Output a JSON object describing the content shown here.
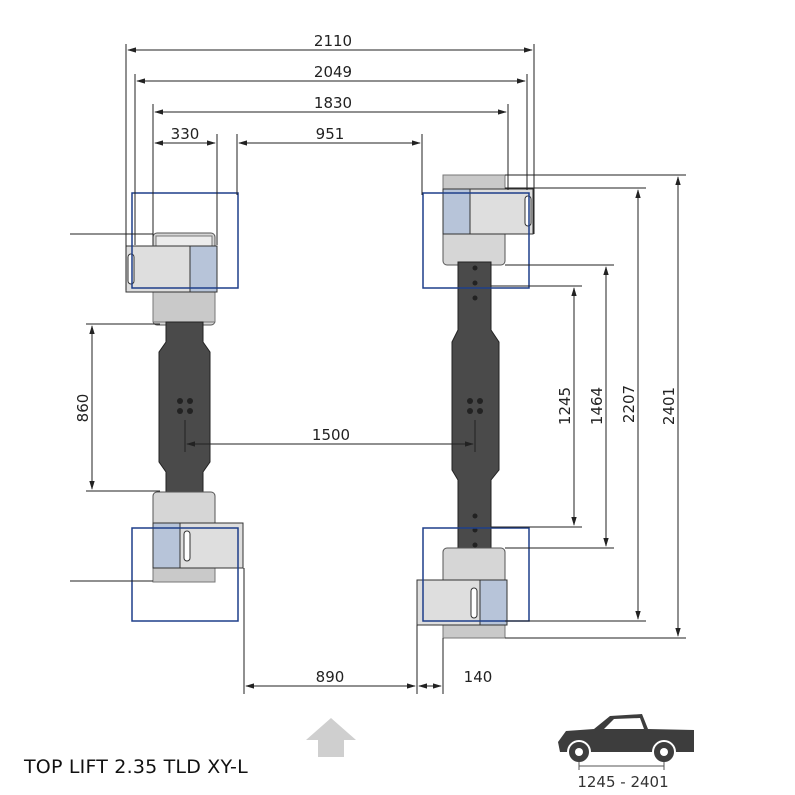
{
  "title": "TOP LIFT 2.35 TLD XY-L",
  "vehicle_range": "1245 - 2401",
  "dimensions": {
    "d2110": "2110",
    "d2049": "2049",
    "d1830": "1830",
    "d330": "330",
    "d951": "951",
    "d860": "860",
    "d1500": "1500",
    "d1245": "1245",
    "d1464": "1464",
    "d2207": "2207",
    "d2401": "2401",
    "d890": "890",
    "d140": "140"
  },
  "colors": {
    "column": "#4a4a4a",
    "carriage": "#d6d6d6",
    "arm_pad": "#b7c4d9",
    "outline_blue": "#1e3f8a",
    "arrow": "#cfcfcf"
  },
  "icons": {
    "direction": "arrow-up-icon",
    "vehicle": "pickup-truck-icon"
  }
}
